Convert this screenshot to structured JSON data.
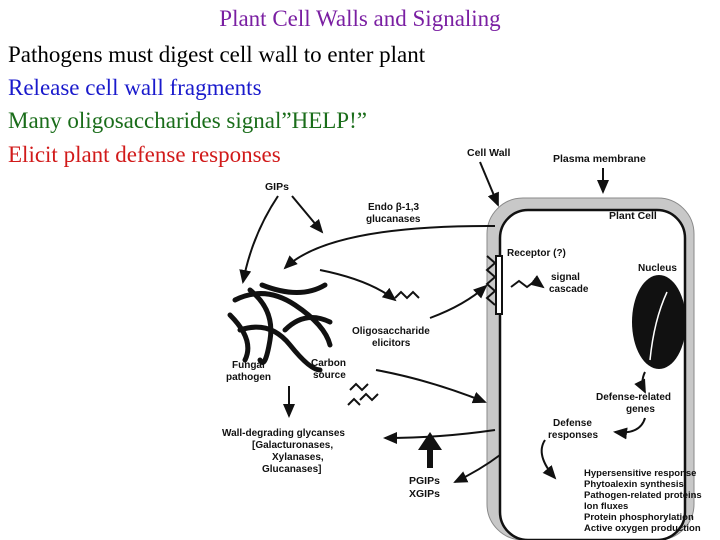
{
  "slide": {
    "title": "Plant Cell Walls and Signaling",
    "bullets": [
      "Pathogens must digest cell wall to enter plant",
      "Release cell wall fragments",
      "Many oligosaccharides signal”HELP!”",
      "Elicit plant defense responses"
    ],
    "bullet_colors": [
      "#000000",
      "#1a1acc",
      "#1a6d1a",
      "#d11a1a"
    ],
    "title_color": "#7a1fa2"
  },
  "diagram": {
    "cell_wall": "Cell Wall",
    "plasma_membrane": "Plasma membrane",
    "plant_cell": "Plant Cell",
    "gips": "GIPs",
    "endo_line1": "Endo β-1,3",
    "endo_line2": "glucanases",
    "receptor": "Receptor (?)",
    "signal_line1": "signal",
    "signal_line2": "cascade",
    "nucleus": "Nucleus",
    "oligo_line1": "Oligosaccharide",
    "oligo_line2": "elicitors",
    "fungal_line1": "Fungal",
    "fungal_line2": "pathogen",
    "carbon_line1": "Carbon",
    "carbon_line2": "source",
    "defgenes_line1": "Defense-related",
    "defgenes_line2": "genes",
    "defresp_line1": "Defense",
    "defresp_line2": "responses",
    "wdg_line1": "Wall-degrading glycanses",
    "wdg_line2": "[Galacturonases,",
    "wdg_line3": "Xylanases,",
    "wdg_line4": "Glucanases]",
    "pgips": "PGIPs",
    "xgips": "XGIPs",
    "responses": [
      "Hypersensitive response",
      "Phytoalexin synthesis",
      "Pathogen-related proteins",
      "Ion fluxes",
      "Protein phosphorylation",
      "Active oxygen production"
    ]
  }
}
